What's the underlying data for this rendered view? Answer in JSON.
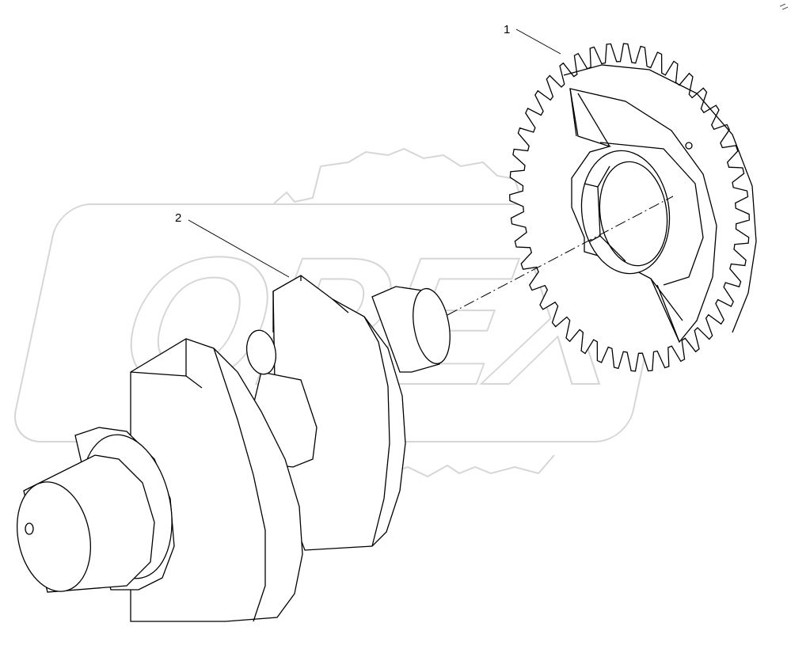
{
  "watermark": {
    "text": "OPEX",
    "color": "#d6d6d6"
  },
  "callouts": [
    {
      "number": "1",
      "part": "gear"
    },
    {
      "number": "2",
      "part": "crankshaft"
    }
  ],
  "colors": {
    "line": "#000000",
    "background": "#ffffff"
  }
}
